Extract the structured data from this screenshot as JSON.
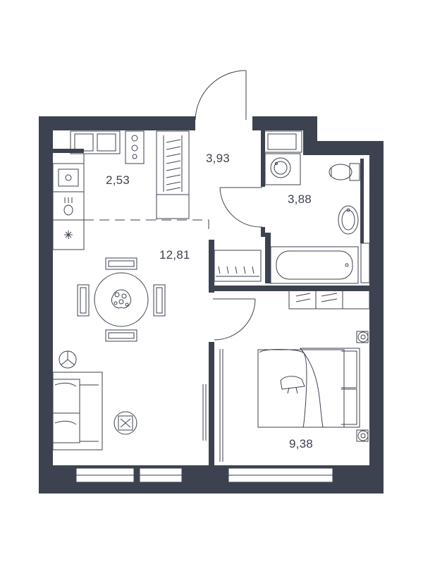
{
  "plan": {
    "wall_color": "#3d4250",
    "line_color": "#3d4250",
    "rooms": [
      {
        "id": "kitchen",
        "area": "2,53"
      },
      {
        "id": "hallway",
        "area": "3,93"
      },
      {
        "id": "bathroom",
        "area": "3,88"
      },
      {
        "id": "living-room",
        "area": "12,81"
      },
      {
        "id": "bedroom",
        "area": "9,38"
      }
    ]
  }
}
